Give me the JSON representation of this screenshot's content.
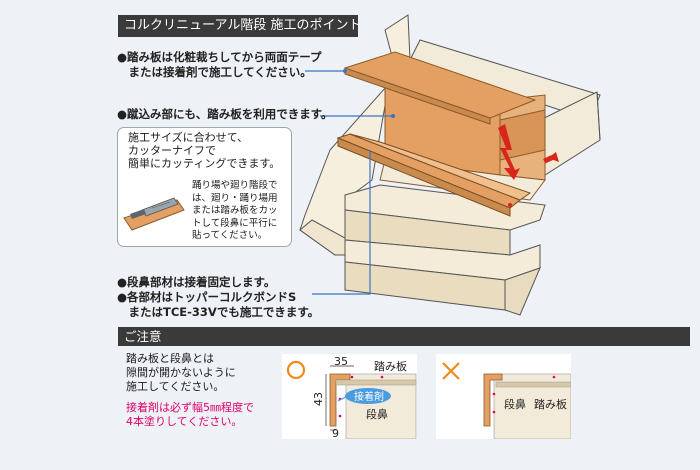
{
  "title": "コルクリニューアル階段 施工のポイント",
  "bullets": {
    "b1": "●踏み板は化粧裁ちしてから両面テープ\n　または接着剤で施工してください。",
    "b2": "●蹴込み部にも、踏み板を利用できます。",
    "b3": "●段鼻部材は接着固定します。",
    "b4": "●各部材はトッパーコルクボンドS\n　またはTCE-33Vでも施工できます。"
  },
  "note": {
    "main": "施工サイズに合わせて、\nカッターナイフで\n簡単にカッティングできます。",
    "sub": "踊り場や廻り階段で\nは、廻り・踊り場用\nまたは踏み板をカッ\nトして段鼻に平行に\n貼ってください。"
  },
  "caution": {
    "header": "ご注意",
    "text": "踏み板と段鼻とは\n隙間が開かないように\n施工してください。",
    "pink": "接着剤は必ず幅5㎜程度で\n4本塗りしてください。"
  },
  "good_diagram": {
    "mark": "○",
    "dim_top": "35",
    "dim_left": "43",
    "dim_bottom": "9",
    "label_tread": "踏み板",
    "label_nosing": "段鼻",
    "label_adhesive": "接着剤"
  },
  "bad_diagram": {
    "mark": "×",
    "label_nosing": "段鼻",
    "label_tread": "踏み板"
  },
  "colors": {
    "cork": "#e4a063",
    "cork_dark": "#c98a4d",
    "wood": "#f3ebd9",
    "red_arrow": "#d9261c",
    "orange_mark": "#f08a1a",
    "pink": "#e0006a",
    "blue_line": "#3a74c4"
  }
}
